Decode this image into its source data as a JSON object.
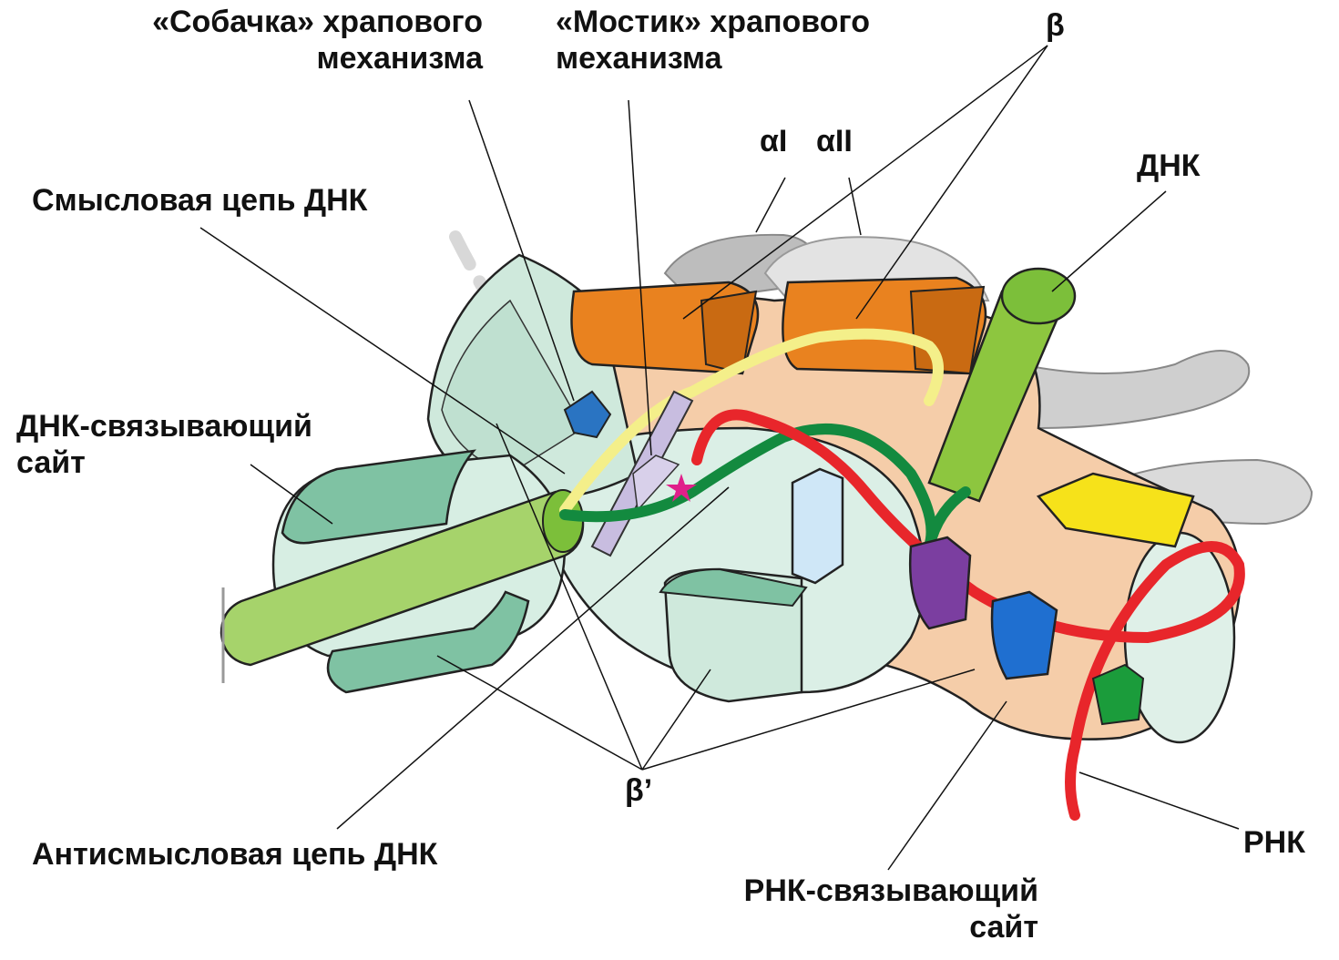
{
  "colors": {
    "beta_pincer": "#e9821f",
    "beta_prime": "#7fc2a3",
    "core": "#f5ccaa",
    "core_mint": "#cde9dd",
    "dna_green": "#8dc63f",
    "template_strand": "#138a3f",
    "rna_red": "#e8262b",
    "sense_strand": "#f4ef8a",
    "bridge_helix": "#c8bde0",
    "trigger_loop": "#2a74c2",
    "purple_clamp": "#7b3ea0",
    "blue_clamp": "#1f6fd0",
    "yellow_block": "#f6e21a",
    "green_block": "#1b9c3b",
    "alpha_grey": "#bfbfbf",
    "active_site_star": "#e0208a"
  },
  "icons": {
    "active_site": "star-icon"
  },
  "labels": {
    "ratchet_pawl": [
      "«Собачка» храпового",
      "механизма"
    ],
    "ratchet_bridge": [
      "«Мостик» храпового",
      "механизма"
    ],
    "beta": "β",
    "alpha_one": "αI",
    "alpha_two": "αII",
    "dna": "ДНК",
    "sense_strand": "Смысловая цепь ДНК",
    "dna_binding_site": [
      "ДНК-связывающий",
      "сайт"
    ],
    "beta_prime": "β’",
    "antisense_strand": "Антисмысловая цепь ДНК",
    "rna_binding_site": [
      "РНК-связывающий",
      "сайт"
    ],
    "rna": "РНК"
  }
}
